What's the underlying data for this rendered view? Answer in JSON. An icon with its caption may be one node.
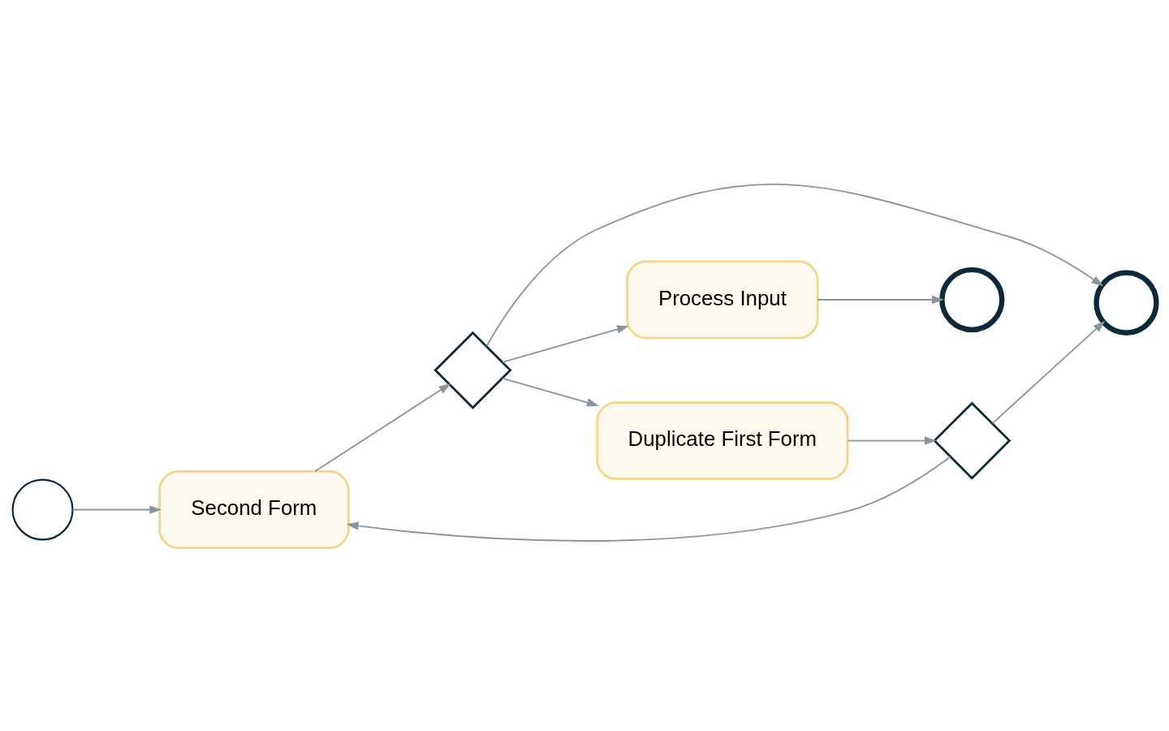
{
  "diagram": {
    "nodes": [
      {
        "text": [],
        "shape": "circle"
      },
      {
        "text": [
          "Second Form"
        ]
      },
      {
        "text": [],
        "shape": "diamond"
      },
      {
        "text": [
          "Process Input"
        ]
      },
      {
        "text": [],
        "shape": "circle"
      },
      {
        "text": [
          "Duplicate First Form"
        ]
      },
      {
        "text": [],
        "shape": "diamond"
      },
      {
        "text": [],
        "shape": "circle"
      }
    ],
    "edges": [
      {
        "from": 0,
        "to": 1,
        "arrow": "to"
      },
      {
        "from": 1,
        "to": 2,
        "arrow": "to"
      },
      {
        "from": 2,
        "to": 3,
        "arrow": "to"
      },
      {
        "from": 3,
        "to": 4,
        "arrow": "to"
      },
      {
        "from": 2,
        "to": 7,
        "arrow": "to"
      },
      {
        "from": 2,
        "to": 5,
        "arrow": "to"
      },
      {
        "from": 5,
        "to": 6,
        "arrow": "to"
      },
      {
        "from": 6,
        "to": 1,
        "arrow": "to"
      },
      {
        "from": 6,
        "to": 7,
        "arrow": "to"
      }
    ]
  }
}
